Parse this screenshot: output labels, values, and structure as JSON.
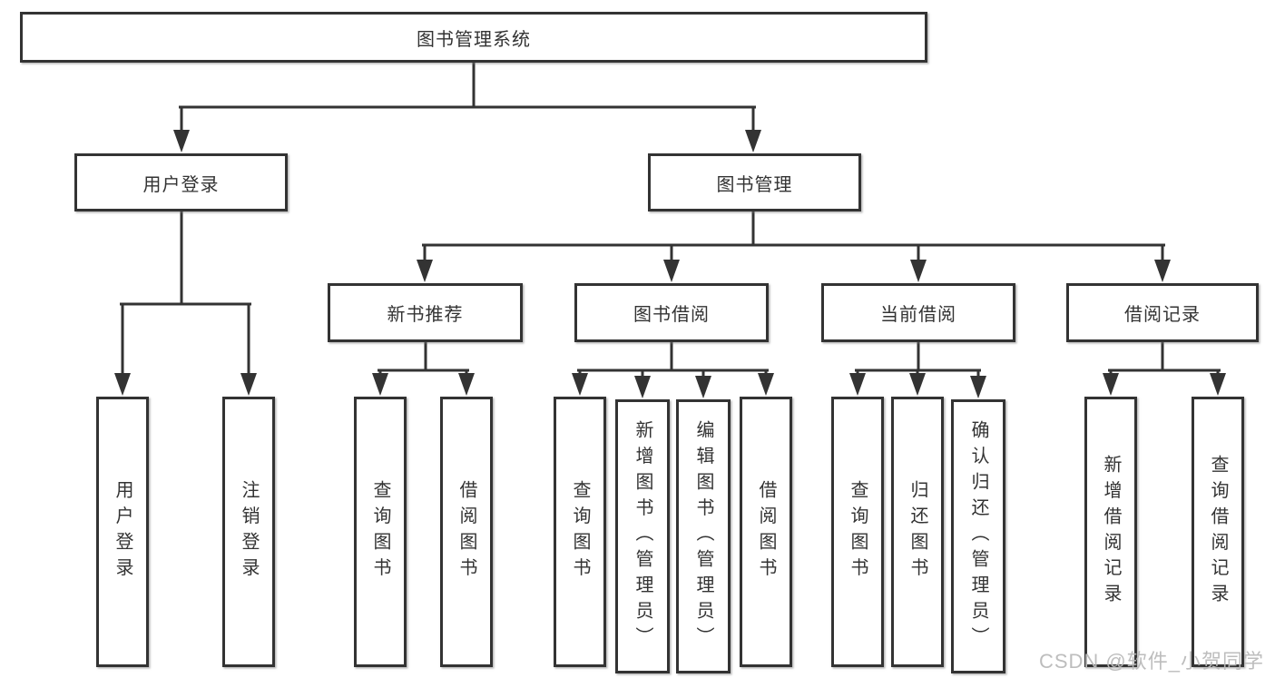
{
  "diagram": {
    "root": {
      "label": "图书管理系统"
    },
    "children": [
      {
        "label": "用户登录",
        "children": [
          {
            "label": "用户登录"
          },
          {
            "label": "注销登录"
          }
        ]
      },
      {
        "label": "图书管理",
        "children": [
          {
            "label": "新书推荐",
            "children": [
              {
                "label": "查询图书"
              },
              {
                "label": "借阅图书"
              }
            ]
          },
          {
            "label": "图书借阅",
            "children": [
              {
                "label": "查询图书"
              },
              {
                "label": "新增图书（管理员）"
              },
              {
                "label": "编辑图书（管理员）"
              },
              {
                "label": "借阅图书"
              }
            ]
          },
          {
            "label": "当前借阅",
            "children": [
              {
                "label": "查询图书"
              },
              {
                "label": "归还图书"
              },
              {
                "label": "确认归还（管理员）"
              }
            ]
          },
          {
            "label": "借阅记录",
            "children": [
              {
                "label": "新增借阅记录"
              },
              {
                "label": "查询借阅记录"
              }
            ]
          }
        ]
      }
    ]
  },
  "watermark": {
    "text": "CSDN @软件_小贺同学",
    "color": "#b9b9b9"
  },
  "style": {
    "line_color": "#333333",
    "box_background": "#ffffff",
    "text_color": "#333333"
  }
}
